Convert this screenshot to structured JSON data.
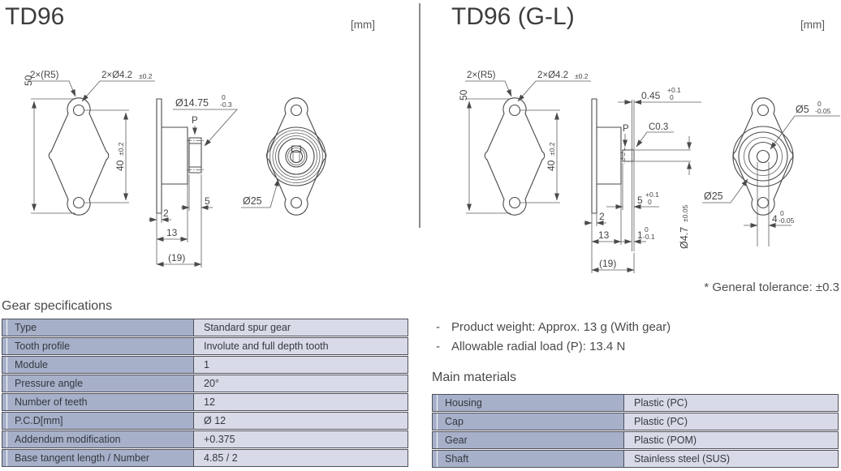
{
  "left_panel": {
    "title": "TD96",
    "unit": "[mm]"
  },
  "right_panel": {
    "title": "TD96 (G-L)",
    "unit": "[mm]"
  },
  "left_drawing": {
    "corner_label": "2×(R5)",
    "hole_label": "2×Ø4.2",
    "hole_tol": "±0.2",
    "height": "50",
    "pitch": "40",
    "pitch_tol": "±0.2",
    "gear_od": "Ø14.75",
    "gear_od_tol_hi": "0",
    "gear_od_tol_lo": "-0.3",
    "load_point": "P",
    "gear_width": "5",
    "flange_thickness": "2",
    "body_depth": "13",
    "overall_depth": "(19)",
    "body_od": "Ø25"
  },
  "right_drawing": {
    "corner_label": "2×(R5)",
    "hole_label": "2×Ø4.2",
    "hole_tol": "±0.2",
    "height": "50",
    "pitch": "40",
    "pitch_tol": "±0.2",
    "step": "0.45",
    "step_tol_hi": "+0.1",
    "step_tol_lo": "0",
    "load_point": "P",
    "chamfer": "C0.3",
    "boss_width": "5",
    "boss_width_tol_hi": "+0.1",
    "boss_width_tol_lo": "0",
    "flange_thickness": "2",
    "body_depth": "13",
    "tip": "1",
    "tip_tol_hi": "0",
    "tip_tol_lo": "-0.1",
    "shaft_od": "Ø4.7",
    "shaft_od_tol": "±0.05",
    "overall_depth": "(19)",
    "shaft_dia": "Ø5",
    "shaft_dia_tol_hi": "0",
    "shaft_dia_tol_lo": "-0.05",
    "body_od": "Ø25",
    "flat_width": "4",
    "flat_tol_hi": "0",
    "flat_tol_lo": "-0.05"
  },
  "notes": {
    "general_tolerance": "* General tolerance: ±0.3",
    "bullets": [
      {
        "dash": "-",
        "text": "Product weight: Approx. 13 g (With gear)"
      },
      {
        "dash": "-",
        "text": "Allowable radial load (P): 13.4 N"
      }
    ]
  },
  "gear_specifications": {
    "heading": "Gear specifications",
    "rows": [
      {
        "label": "Type",
        "value": "Standard spur gear"
      },
      {
        "label": "Tooth profile",
        "value": "Involute and full depth tooth"
      },
      {
        "label": "Module",
        "value": "1"
      },
      {
        "label": "Pressure angle",
        "value": "20°"
      },
      {
        "label": "Number of teeth",
        "value": "12"
      },
      {
        "label": "P.C.D[mm]",
        "value": "Ø 12"
      },
      {
        "label": "Addendum modification",
        "value": "+0.375"
      },
      {
        "label": "Base tangent length / Number",
        "value": "4.85 / 2"
      }
    ]
  },
  "main_materials": {
    "heading": "Main materials",
    "rows": [
      {
        "label": "Housing",
        "value": "Plastic (PC)"
      },
      {
        "label": "Cap",
        "value": "Plastic (PC)"
      },
      {
        "label": "Gear",
        "value": "Plastic (POM)"
      },
      {
        "label": "Shaft",
        "value": "Stainless steel (SUS)"
      }
    ]
  },
  "colors": {
    "table_label_bg": "#a6b0c9",
    "table_value_bg": "#d8dbe7",
    "line": "#4a4a4a"
  }
}
